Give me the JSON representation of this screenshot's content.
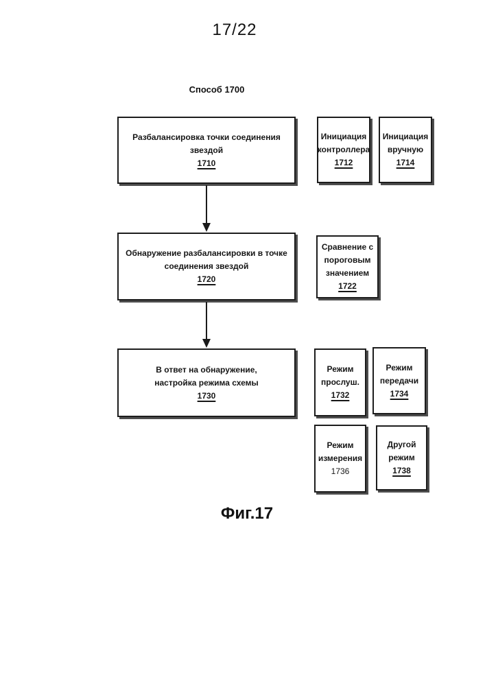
{
  "page": {
    "sheet_number": "17/22",
    "method_label": "Способ 1700",
    "figure_caption": "Фиг.17"
  },
  "colors": {
    "ink": "#1a1a1a",
    "paper": "#ffffff"
  },
  "boxes": {
    "b1710": {
      "text": "Разбалансировка точки соединения\nзвездой",
      "ref": "1710"
    },
    "b1712": {
      "text": "Инициация\nконтроллера",
      "ref": "1712"
    },
    "b1714": {
      "text": "Инициация\nвручную",
      "ref": "1714"
    },
    "b1720": {
      "text": "Обнаружение разбалансировки в точке\nсоединения звездой",
      "ref": "1720"
    },
    "b1722": {
      "text": "Сравнение с\nпороговым\nзначением",
      "ref": "1722"
    },
    "b1730": {
      "text": "В ответ на обнаружение,\nнастройка режима схемы",
      "ref": "1730"
    },
    "b1732": {
      "text": "Режим\nпрослуш.",
      "ref": "1732"
    },
    "b1734": {
      "text": "Режим\nпередачи",
      "ref": "1734"
    },
    "b1736": {
      "text": "Режим\nизмерения",
      "ref": "1736"
    },
    "b1738": {
      "text": "Другой\nрежим",
      "ref": "1738"
    }
  }
}
